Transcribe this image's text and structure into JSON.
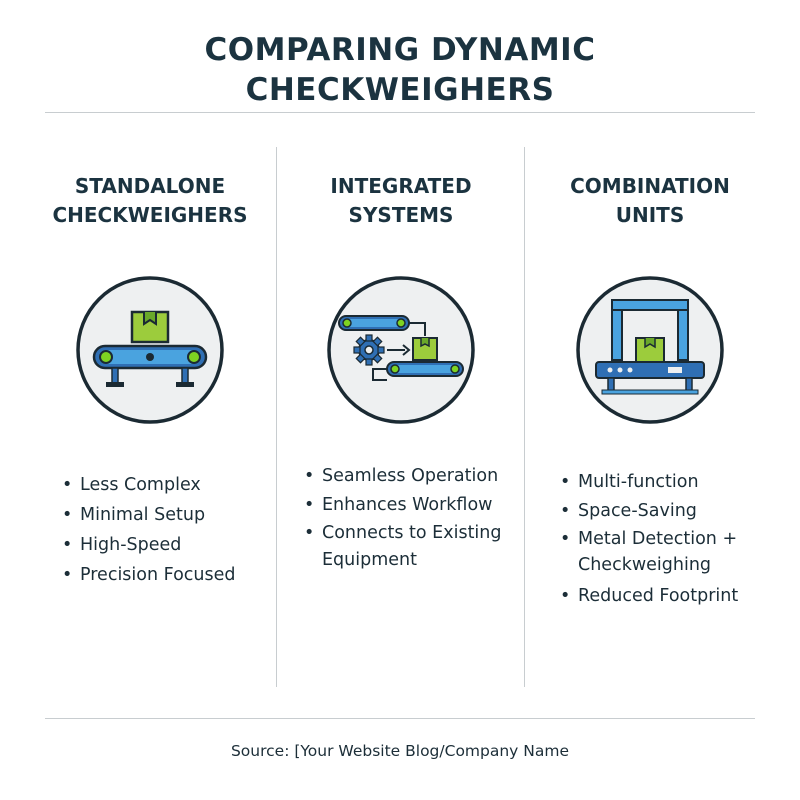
{
  "title_line1": "COMPARING DYNAMIC",
  "title_line2": "CHECKWEIGHERS",
  "columns": [
    {
      "title_line1": "STANDALONE",
      "title_line2": "CHECKWEIGHERS",
      "icon": "conveyor-with-box-icon",
      "bullets": [
        "Less Complex",
        "Minimal Setup",
        "High-Speed",
        "Precision Focused"
      ]
    },
    {
      "title_line1": "INTEGRATED",
      "title_line2": "SYSTEMS",
      "icon": "integrated-line-gear-icon",
      "bullets": [
        "Seamless Operation",
        "Enhances Workflow",
        "Connects to Existing Equipment"
      ]
    },
    {
      "title_line1": "COMBINATION",
      "title_line2": "UNITS",
      "icon": "metal-detector-gate-icon",
      "bullets": [
        "Multi-function",
        "Space-Saving",
        "Metal Detection + Checkweighing",
        "Reduced Footprint"
      ]
    }
  ],
  "source": "Source: [Your Website Blog/Company Name",
  "colors": {
    "heading": "#1b3340",
    "belt_blue": "#2f6fb4",
    "belt_light": "#4aa3df",
    "box_green": "#9ccc3c",
    "roller_green": "#7ed321",
    "circle_bg": "#eef0f1",
    "circle_stroke": "#1b2a33"
  }
}
